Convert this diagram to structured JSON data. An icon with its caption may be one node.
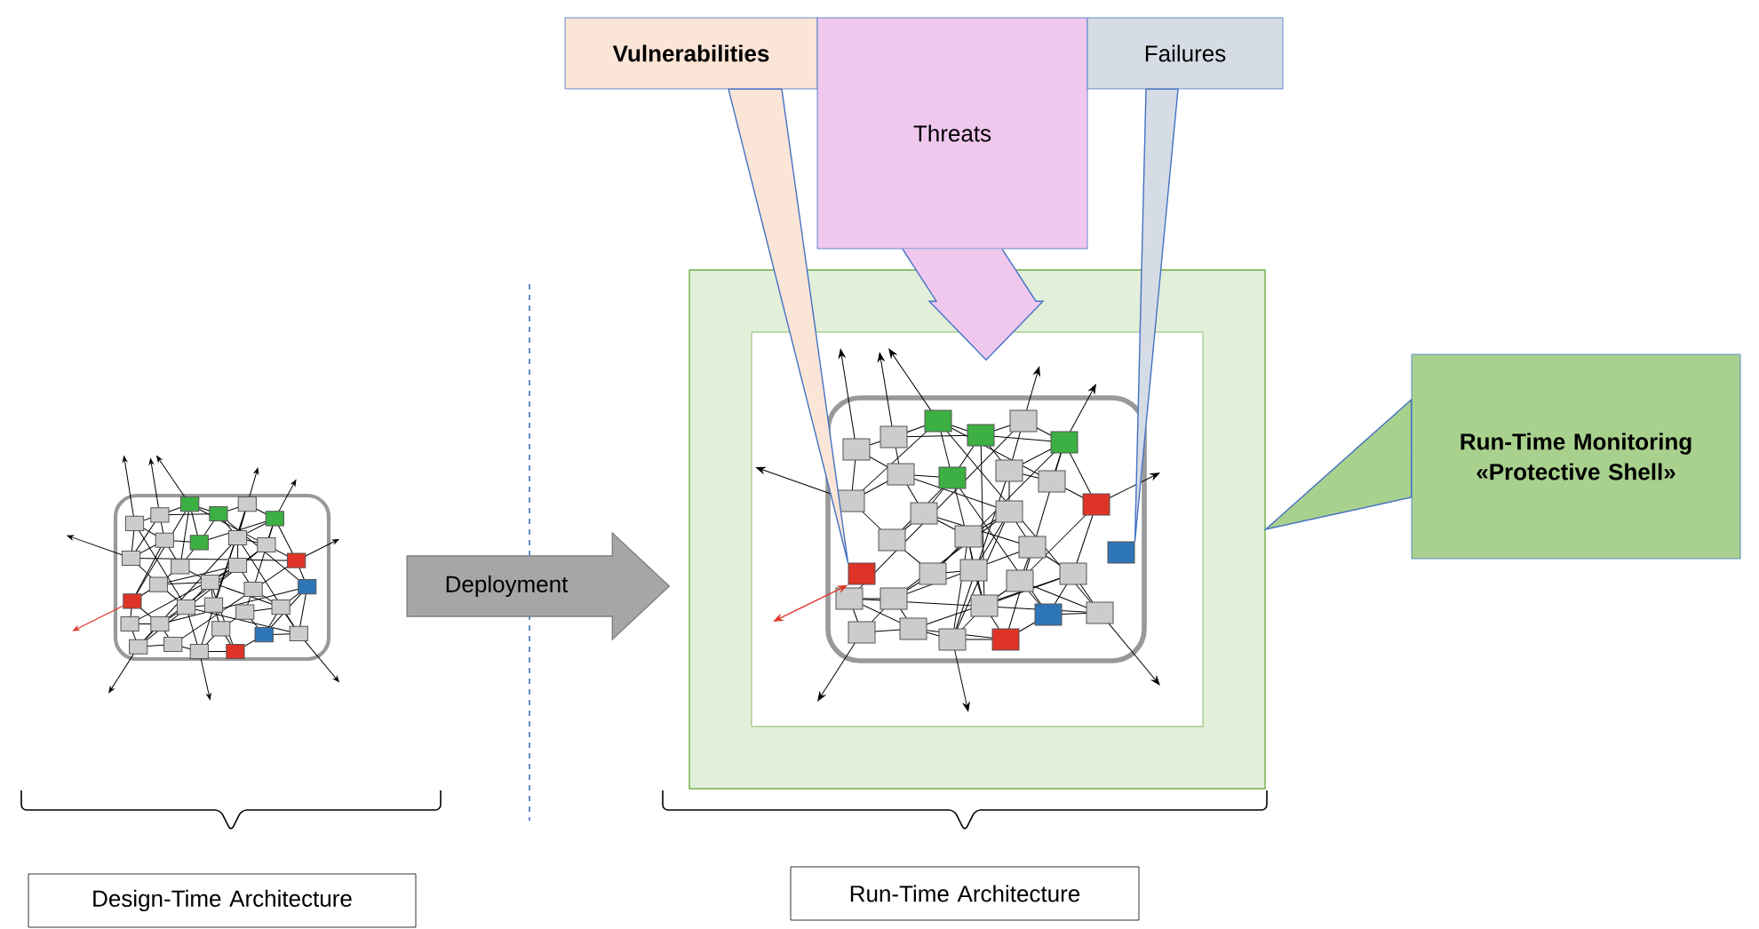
{
  "diagram": {
    "nodes": [
      {
        "text": [
          "Vulnerabilities"
        ]
      },
      {
        "text": [
          "Threats"
        ]
      },
      {
        "text": [
          "Failures"
        ]
      },
      {
        "text": [],
        "shape": "picture"
      },
      {
        "text": [],
        "shape": "box"
      },
      {
        "text": [],
        "shape": "box",
        "in": 4
      },
      {
        "text": [],
        "shape": "picture",
        "in": 5
      },
      {
        "text": [],
        "shape": "box",
        "in": 6
      },
      {
        "text": [],
        "shape": "box",
        "in": 6
      },
      {
        "text": [
          "Run-Time Monitoring «Protective Shell»"
        ]
      },
      {
        "text": [
          "Design-Time Architecture"
        ]
      },
      {
        "text": [
          "Run-Time Architecture"
        ]
      }
    ],
    "edges": [
      {
        "from": 3,
        "to": 4,
        "arrow": "to",
        "label": "Deployment"
      },
      {
        "from": 0,
        "to": 7,
        "arrow": "none"
      },
      {
        "from": 1,
        "to": 6,
        "arrow": "to"
      },
      {
        "from": 2,
        "to": 8,
        "arrow": "none"
      },
      {
        "from": 9,
        "to": 4,
        "arrow": "to"
      },
      {
        "from": 7,
        "to": null,
        "arrow": "both",
        "color": "#e03327"
      }
    ]
  }
}
